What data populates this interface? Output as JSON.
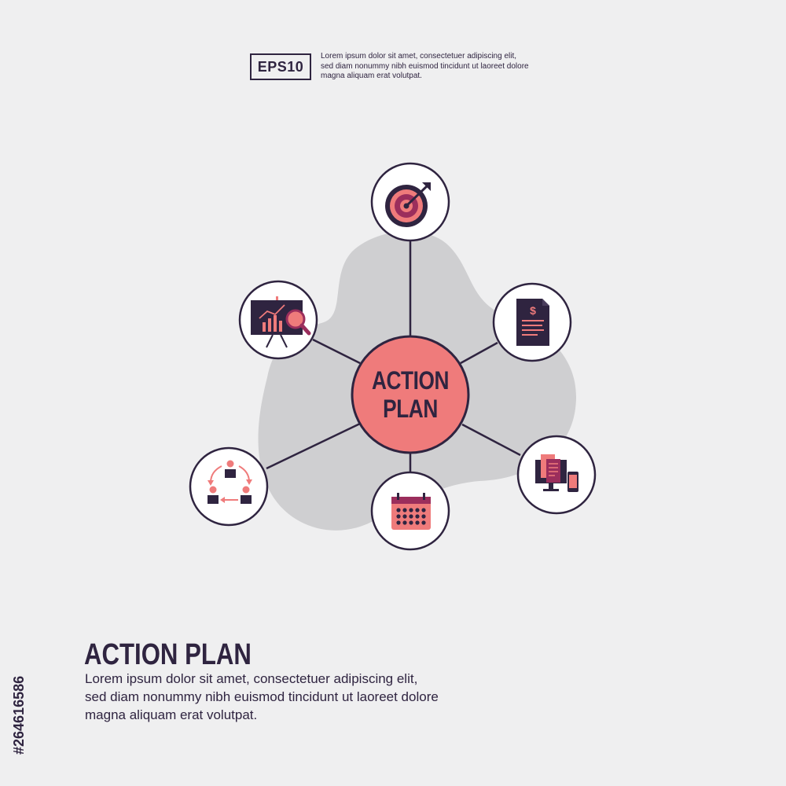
{
  "header": {
    "badge": "EPS10",
    "lines": [
      "Lorem ipsum dolor sit amet, consectetuer adipiscing elit,",
      "sed diam nonummy nibh euismod tincidunt ut laoreet dolore",
      "magna aliquam erat volutpat."
    ]
  },
  "diagram": {
    "center": [
      "ACTION",
      "PLAN"
    ],
    "nodes": [
      {
        "icon": "target-icon"
      },
      {
        "icon": "invoice-document-icon"
      },
      {
        "icon": "devices-report-icon"
      },
      {
        "icon": "calendar-icon"
      },
      {
        "icon": "team-cycle-icon"
      },
      {
        "icon": "presentation-analysis-icon"
      }
    ]
  },
  "side_code": "#264616586",
  "footer": {
    "title": "ACTION PLAN",
    "lines": [
      "Lorem ipsum dolor sit amet, consectetuer adipiscing elit,",
      "sed diam nonummy nibh euismod tincidunt ut laoreet dolore",
      "magna aliquam erat volutpat."
    ]
  },
  "colors": {
    "background": "#efeff0",
    "dark": "#2f2440",
    "accent": "#ef7b7b",
    "magenta": "#9b2e5c",
    "blob": "#cfcfd1"
  }
}
